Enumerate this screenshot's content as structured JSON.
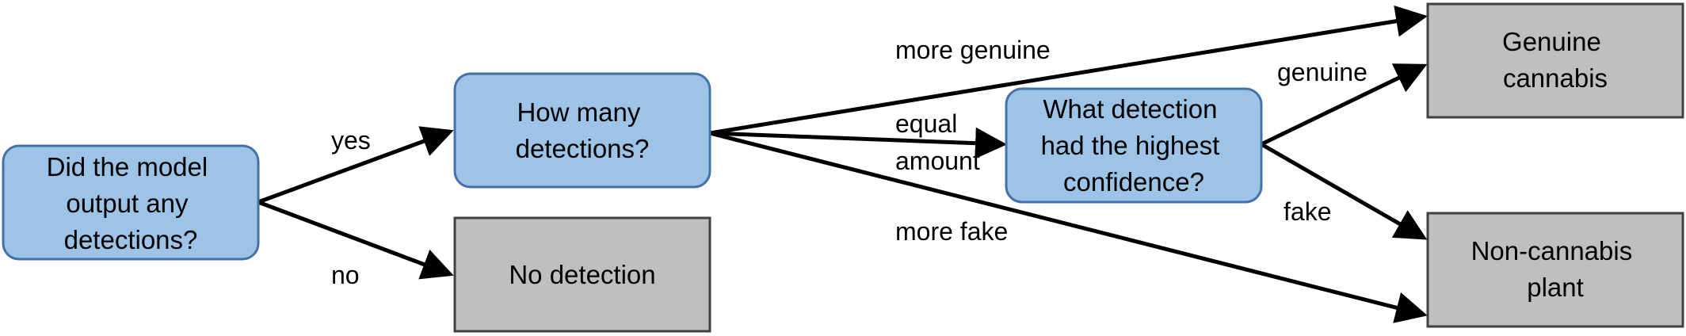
{
  "nodes": {
    "did_output": {
      "lines": [
        "Did the model",
        "output any",
        "detections?"
      ]
    },
    "how_many": {
      "lines": [
        "How many",
        "detections?"
      ]
    },
    "no_detection": {
      "lines": [
        "No detection"
      ]
    },
    "highest_confidence": {
      "lines": [
        "What detection",
        "had the highest",
        "confidence?"
      ]
    },
    "genuine_cannabis": {
      "lines": [
        "Genuine",
        "cannabis"
      ]
    },
    "non_cannabis": {
      "lines": [
        "Non-cannabis",
        "plant"
      ]
    }
  },
  "edges": {
    "yes": {
      "lines": [
        "yes"
      ]
    },
    "no": {
      "lines": [
        "no"
      ]
    },
    "more_genuine": {
      "lines": [
        "more genuine"
      ]
    },
    "equal_amount": {
      "lines": [
        "equal",
        "amount"
      ]
    },
    "more_fake": {
      "lines": [
        "more fake"
      ]
    },
    "genuine": {
      "lines": [
        "genuine"
      ]
    },
    "fake": {
      "lines": [
        "fake"
      ]
    }
  },
  "colors": {
    "decision_fill": "#9dc3e6",
    "decision_stroke": "#4472a8",
    "terminal_fill": "#bfbfbf",
    "terminal_stroke": "#404040"
  }
}
